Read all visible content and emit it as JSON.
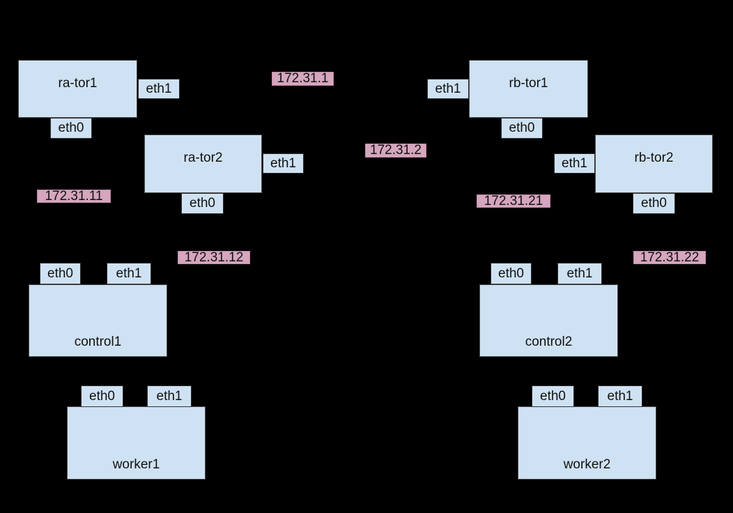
{
  "colors": {
    "background": "#000000",
    "text": "#111111",
    "node_fill": "#cfe2f3",
    "node_border": "#4d4d4d",
    "port_border": "#2e2e2e",
    "ip_fill": "#d5a6bd",
    "ip_border": "#bb8aa5"
  },
  "nodes": {
    "ra_tor1": "ra-tor1",
    "ra_tor2": "ra-tor2",
    "rb_tor1": "rb-tor1",
    "rb_tor2": "rb-tor2",
    "control1": "control1",
    "control2": "control2",
    "worker1": "worker1",
    "worker2": "worker2"
  },
  "ports": {
    "eth0": "eth0",
    "eth1": "eth1"
  },
  "ips": {
    "ip1": "172.31.1",
    "ip2": "172.31.2",
    "ip11": "172.31.11",
    "ip12": "172.31.12",
    "ip21": "172.31.21",
    "ip22": "172.31.22"
  }
}
